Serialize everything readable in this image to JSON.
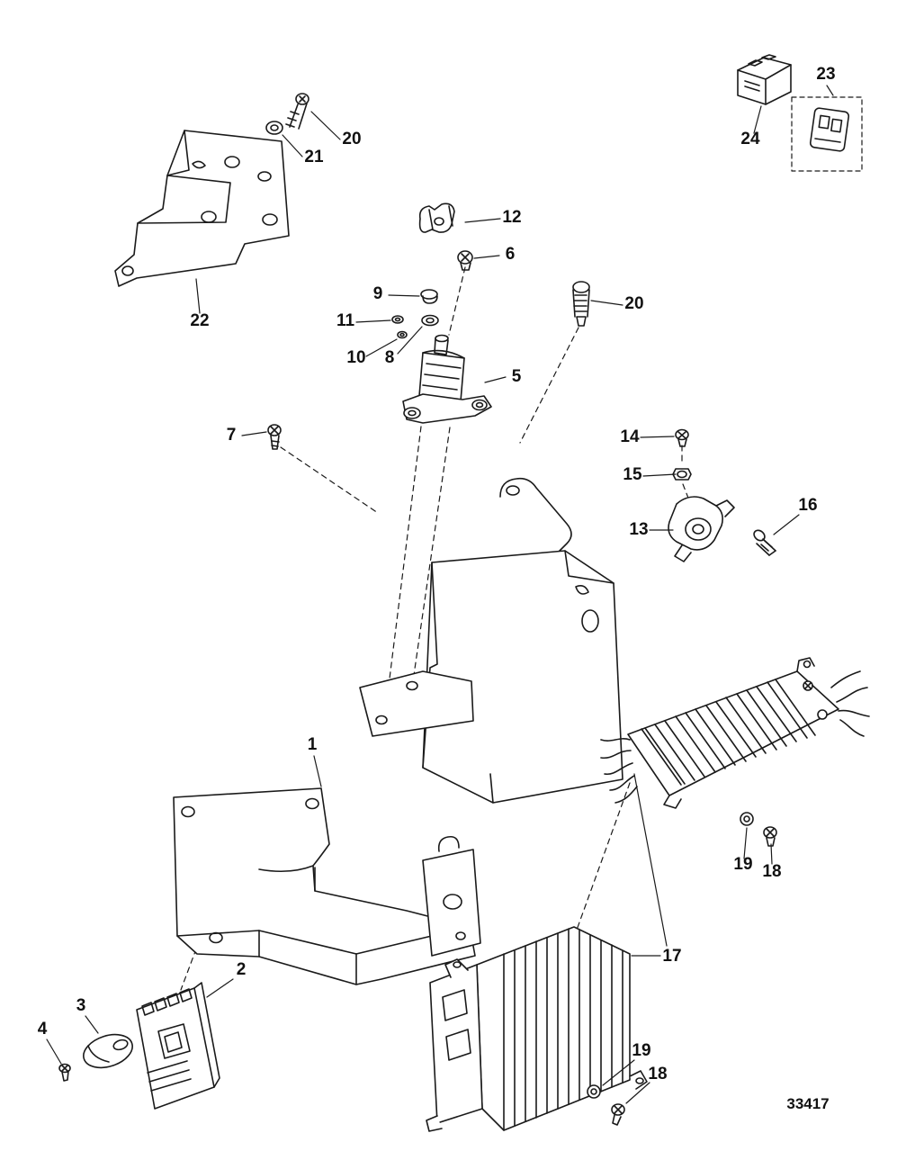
{
  "figure": {
    "number": "33417"
  },
  "colors": {
    "line": "#1a1a1a",
    "background": "#ffffff"
  },
  "callouts": {
    "c1": "1",
    "c2": "2",
    "c3": "3",
    "c4": "4",
    "c5": "5",
    "c6": "6",
    "c7": "7",
    "c8": "8",
    "c9": "9",
    "c10": "10",
    "c11": "11",
    "c12": "12",
    "c13": "13",
    "c14": "14",
    "c15": "15",
    "c16": "16",
    "c17": "17",
    "c18a": "18",
    "c18b": "18",
    "c19a": "19",
    "c19b": "19",
    "c20a": "20",
    "c20b": "20",
    "c21": "21",
    "c22": "22",
    "c23": "23",
    "c24": "24"
  }
}
